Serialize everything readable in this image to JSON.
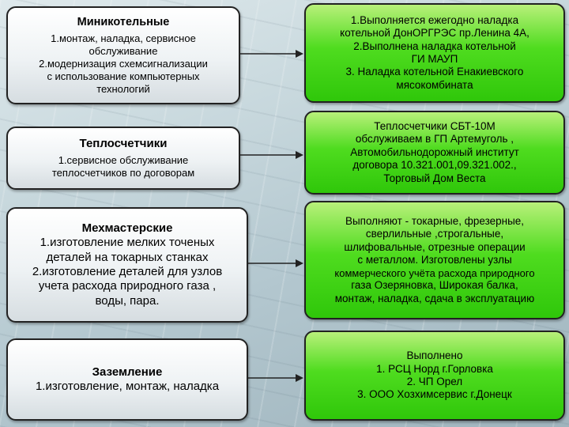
{
  "rows": [
    {
      "left_title": "Миникотельные",
      "left_lines": [
        "1.монтаж, наладка, сервисное",
        "обслуживание",
        "2.модернизация схемсигнализации",
        "с использование компьютерных",
        "технологий"
      ],
      "right_lines": [
        "1.Выполняется ежегодно наладка",
        "котельной ДонОРГРЭС пр.Ленина 4А,",
        "2.Выполнена наладка котельной",
        "ГИ МАУП",
        "3. Наладка котельной Енакиевского",
        "мясокомбината"
      ]
    },
    {
      "left_title": "Теплосчетчики",
      "left_lines": [
        "1.сервисное обслуживание",
        "теплосчетчиков по договорам"
      ],
      "right_lines": [
        "Теплосчетчики СБТ-10М",
        "обслуживаем в ГП Артемуголь ,",
        "Автомобильнодорожный институт",
        "договора 10.321.001,09.321.002.,",
        "Торговый Дом Веста"
      ]
    },
    {
      "left_title": "Мехмастерские",
      "left_lines": [
        "1.изготовление мелких точеных",
        "деталей на токарных станках",
        "2.изготовление деталей для узлов",
        "учета расхода природного газа ,",
        "воды, пара."
      ],
      "right_lines": [
        "Выполняют - токарные, фрезерные,",
        "сверлильные ,строгальные,",
        "шлифовальные, отрезные операции",
        "с металлом. Изготовлены узлы",
        "коммерческого учёта расхода природного",
        "газа Озеряновка, Широкая балка,",
        "монтаж, наладка, сдача в эксплуатацию"
      ]
    },
    {
      "left_title": "Заземление",
      "left_lines": [
        "1.изготовление, монтаж, наладка"
      ],
      "right_lines": [
        "Выполнено",
        "1. РСЦ Норд г.Горловка",
        "2. ЧП Орел",
        "3. ООО Хозхимсервис г.Донецк"
      ]
    }
  ]
}
